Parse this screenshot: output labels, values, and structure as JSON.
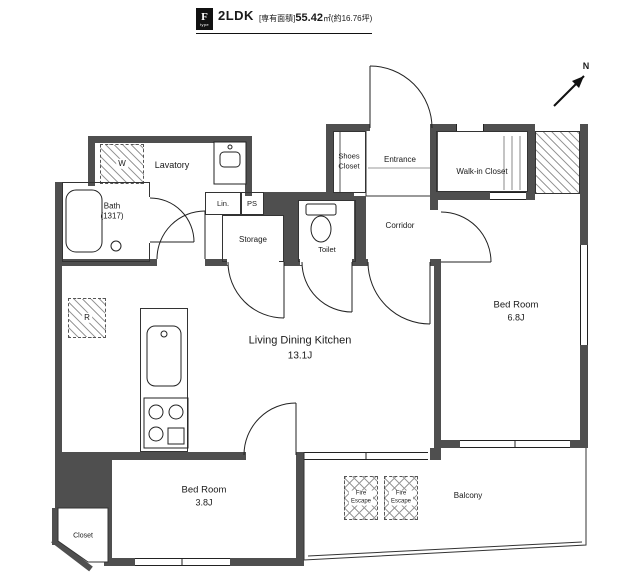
{
  "header": {
    "type_letter": "F",
    "type_sub": "type",
    "layout": "2LDK",
    "area_label": "[専有面積]",
    "area_value": "55.42",
    "area_rest": "㎡(約16.76坪)"
  },
  "compass": {
    "north": "N"
  },
  "rooms": {
    "lavatory": "Lavatory",
    "bath_line1": "Bath",
    "bath_line2": "(1317)",
    "linen": "Lin.",
    "pipe_space": "PS",
    "storage": "Storage",
    "shoes_line1": "Shoes",
    "shoes_line2": "Closet",
    "entrance": "Entrance",
    "walk_in_closet": "Walk-in Closet",
    "toilet": "Toilet",
    "corridor": "Corridor",
    "bedroom_main_line1": "Bed Room",
    "bedroom_main_line2": "6.8J",
    "ldk_line1": "Living Dining Kitchen",
    "ldk_line2": "13.1J",
    "bedroom_second_line1": "Bed Room",
    "bedroom_second_line2": "3.8J",
    "closet": "Closet",
    "balcony": "Balcony",
    "washer": "W",
    "fridge": "R",
    "fire_line1": "Fire",
    "fire_line2": "Escape"
  }
}
